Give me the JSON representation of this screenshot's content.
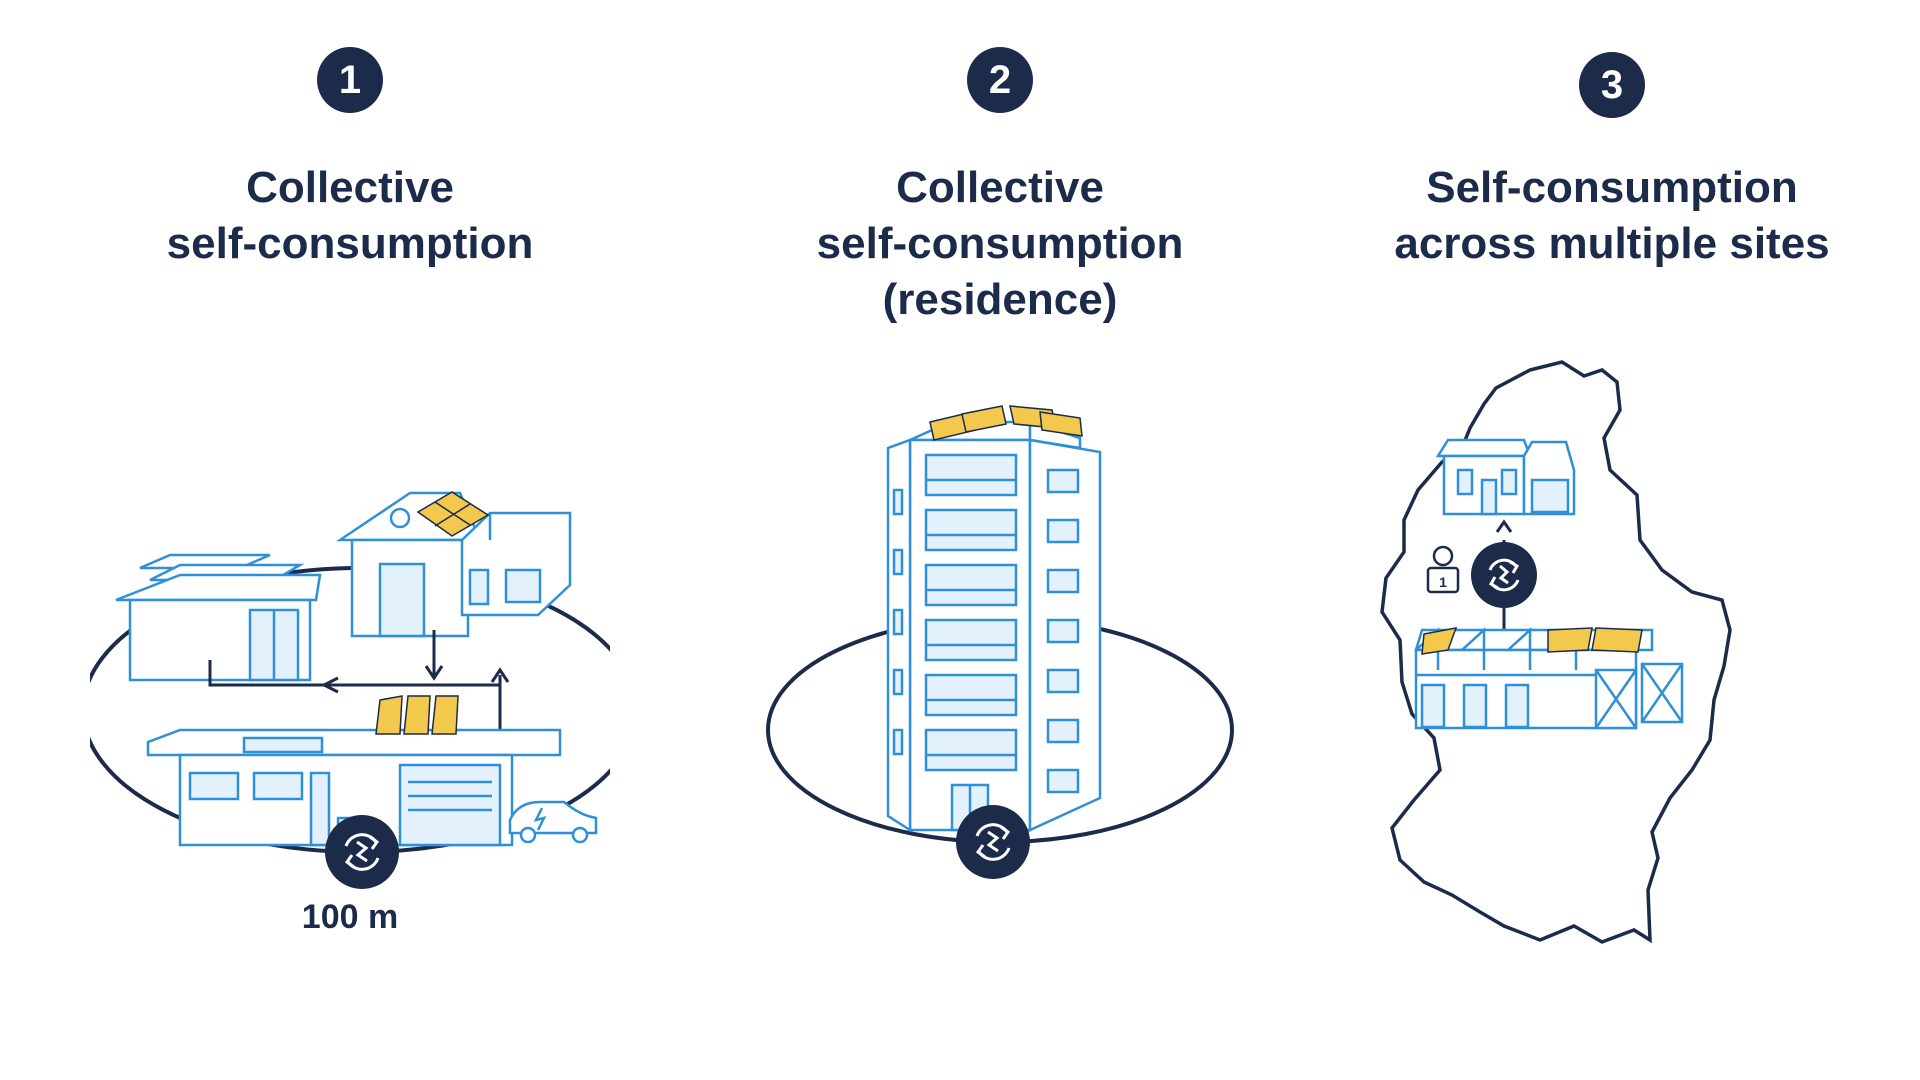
{
  "scenarios": [
    {
      "number": "1",
      "title_lines": [
        "Collective",
        "self-consumption"
      ],
      "distance": "100 m"
    },
    {
      "number": "2",
      "title_lines": [
        "Collective",
        "self-consumption",
        "(residence)"
      ]
    },
    {
      "number": "3",
      "title_lines": [
        "Self-consumption",
        "across multiple sites"
      ],
      "user_badge": "1"
    }
  ],
  "colors": {
    "navy": "#1c2b4a",
    "line_blue": "#2f8fd8",
    "fill_blue": "#e3f1fc",
    "solar_yellow": "#f2c94c"
  },
  "icons": [
    "exchange-icon",
    "solar-panel-icon",
    "house-icon",
    "apartment-building-icon",
    "electric-car-icon",
    "factory-icon",
    "user-icon",
    "country-map-outline"
  ]
}
